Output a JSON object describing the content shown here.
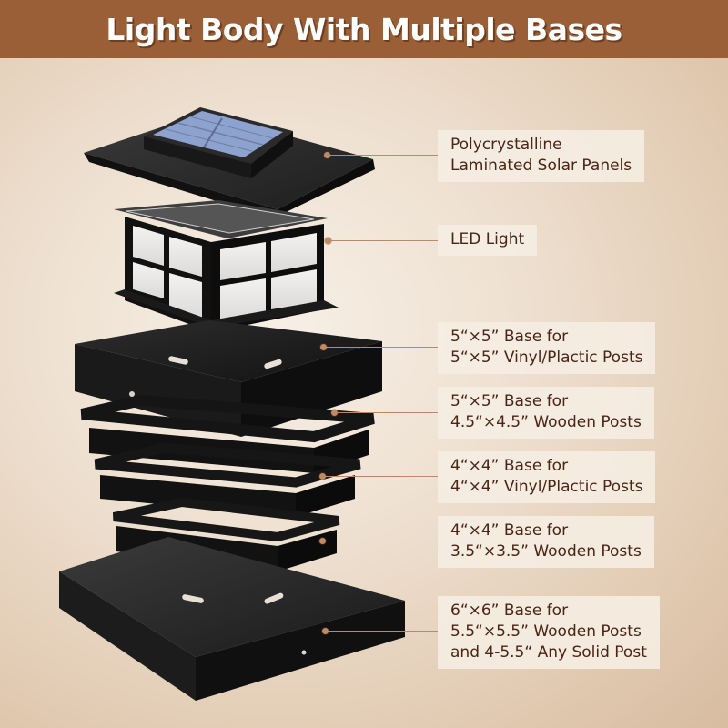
{
  "header": {
    "title": "Light Body With Multiple Bases",
    "background_color": "#9a5f36",
    "text_color": "#ffffff"
  },
  "theme": {
    "background_center": "#f7efe6",
    "background_edge": "#d7bc9f",
    "label_background": "#f6eee4",
    "label_text_color": "#4a2415",
    "leader_color": "#b9896a",
    "product_color": "#1c1c1c",
    "solar_panel_color": "#8fa3d0"
  },
  "product": {
    "name": "Solar post cap light (exploded view)",
    "parts": [
      "solar-panel-top",
      "led-lantern-body",
      "5x5-vinyl-base",
      "5x5-wooden-adapter",
      "4x4-vinyl-adapter",
      "4x4-wooden-adapter",
      "6x6-base"
    ]
  },
  "callouts": [
    {
      "id": "solar-panels",
      "lines": [
        "Polycrystalline",
        "Laminated Solar Panels"
      ]
    },
    {
      "id": "led-light",
      "lines": [
        "LED Light"
      ]
    },
    {
      "id": "base-5x5-vinyl",
      "lines": [
        "5“×5” Base for",
        "5“×5” Vinyl/Plactic Posts"
      ]
    },
    {
      "id": "base-5x5-wooden",
      "lines": [
        "5“×5” Base for",
        "4.5“×4.5” Wooden Posts"
      ]
    },
    {
      "id": "base-4x4-vinyl",
      "lines": [
        "4“×4” Base for",
        "4“×4” Vinyl/Plactic Posts"
      ]
    },
    {
      "id": "base-4x4-wooden",
      "lines": [
        "4“×4” Base for",
        "3.5“×3.5” Wooden Posts"
      ]
    },
    {
      "id": "base-6x6",
      "lines": [
        "6“×6” Base for",
        "5.5“×5.5” Wooden Posts",
        "and 4-5.5“ Any Solid Post"
      ]
    }
  ]
}
